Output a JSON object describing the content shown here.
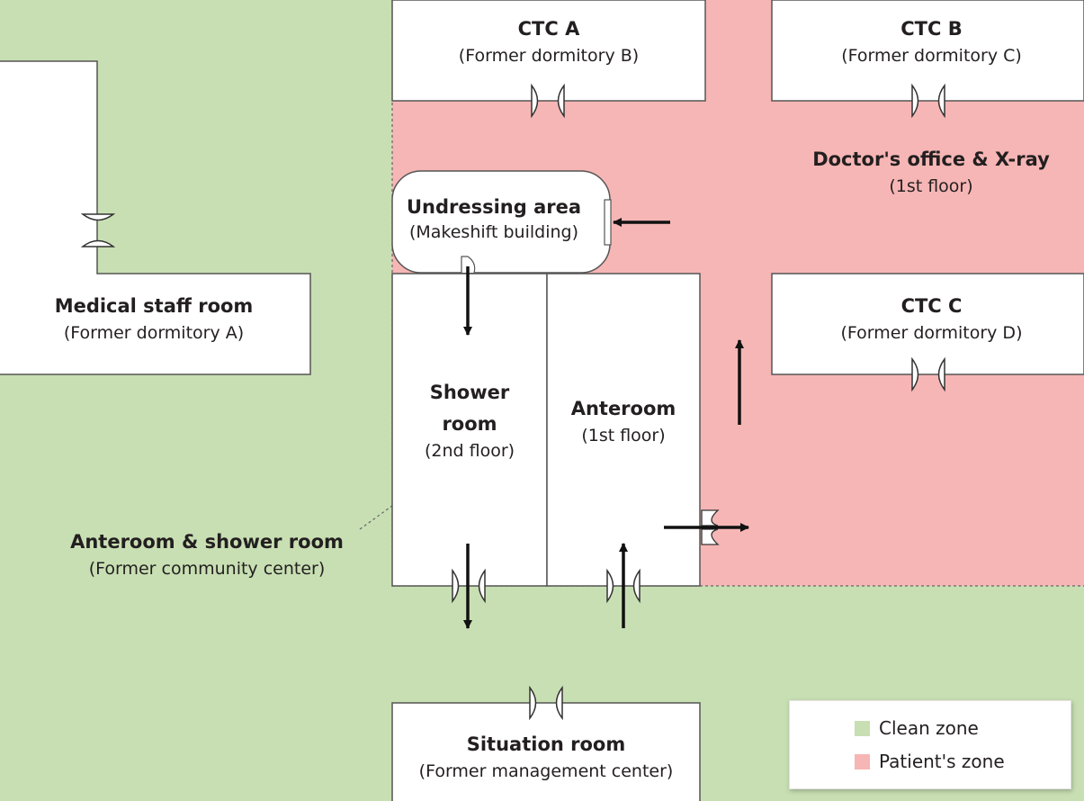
{
  "colors": {
    "clean_zone": "#c8dfb3",
    "patient_zone": "#f6b6b5",
    "room_fill": "#ffffff",
    "outline": "#555555",
    "text": "#231f20"
  },
  "rooms": {
    "ctc_a": {
      "title": "CTC A",
      "subtitle": "(Former dormitory B)"
    },
    "ctc_b": {
      "title": "CTC B",
      "subtitle": "(Former dormitory C)"
    },
    "ctc_c": {
      "title": "CTC C",
      "subtitle": "(Former dormitory D)"
    },
    "doctors_office": {
      "title": "Doctor's office & X-ray",
      "subtitle": "(1st floor)"
    },
    "undressing_area": {
      "title": "Undressing area",
      "subtitle": "(Makeshift building)"
    },
    "medical_staff_room": {
      "title": "Medical staff room",
      "subtitle": "(Former dormitory A)"
    },
    "shower_room": {
      "title_line1": "Shower",
      "title_line2": "room",
      "subtitle": "(2nd floor)"
    },
    "anteroom": {
      "title": "Anteroom",
      "subtitle": "(1st floor)"
    },
    "anteroom_shower_room": {
      "title": "Anteroom & shower room",
      "subtitle": "(Former community center)"
    },
    "situation_room": {
      "title": "Situation room",
      "subtitle": "(Former management center)"
    }
  },
  "legend": {
    "items": [
      {
        "label": "Clean zone",
        "color": "#c8dfb3"
      },
      {
        "label": "Patient's zone",
        "color": "#f6b6b5"
      }
    ]
  }
}
